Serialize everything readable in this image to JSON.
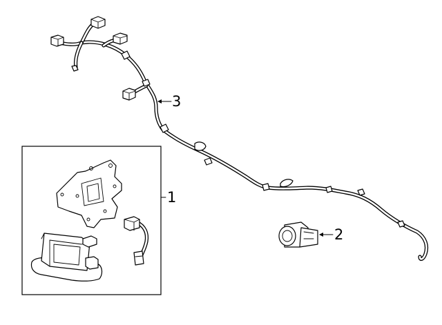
{
  "callouts": {
    "module_kit": "1",
    "sensor": "2",
    "harness": "3"
  },
  "icons": {
    "harness": "wire-harness-icon",
    "sensor": "parking-sensor-icon",
    "bracket": "mounting-bracket-icon",
    "module": "control-module-icon",
    "pigtail": "pigtail-connector-icon"
  }
}
